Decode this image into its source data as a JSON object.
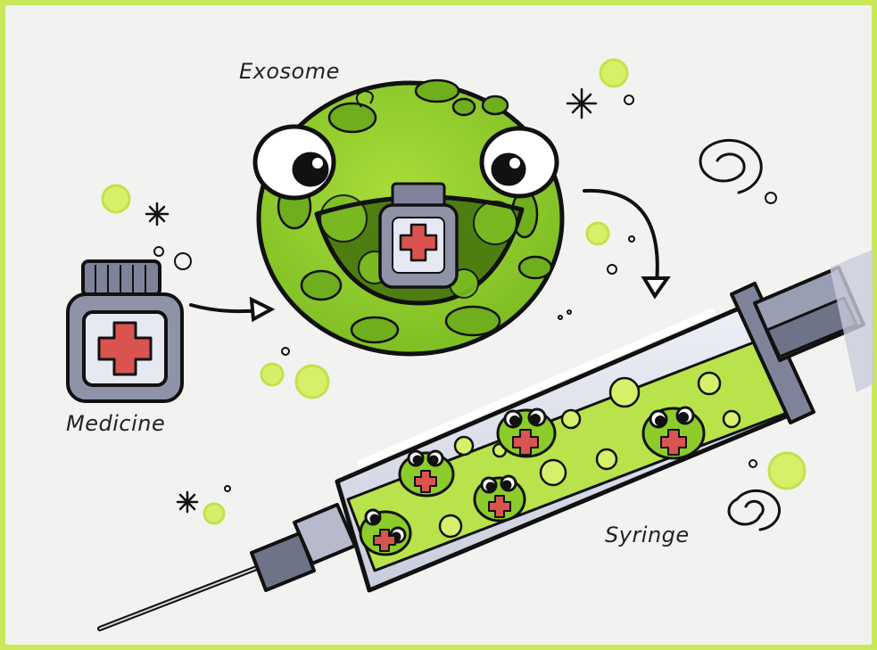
{
  "labels": {
    "exosome": "Exosome",
    "medicine": "Medicine",
    "syringe": "Syringe"
  },
  "colors": {
    "background": "#f2f2f1",
    "border_green": "#c9e85a",
    "exosome_green": "#8ccc2a",
    "light_green": "#d6f06a",
    "liquid_green": "#b9e34a",
    "cross_red": "#d9534f",
    "bottle_gray": "#8e93a8",
    "outline": "#111111"
  }
}
